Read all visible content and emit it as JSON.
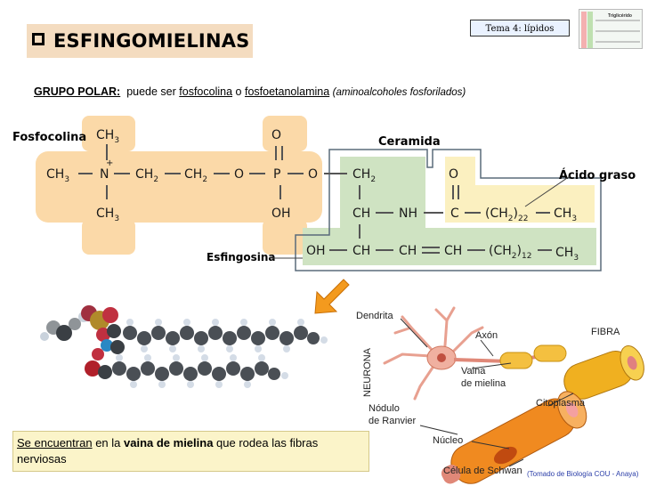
{
  "header": {
    "title": "ESFINGOMIELINAS",
    "tema_label": "Tema 4: lípidos",
    "thumbnail_label": "Triglicérido"
  },
  "polar": {
    "label": "GRUPO POLAR:",
    "text1": "puede ser",
    "term1": "fosfocolina",
    "text2": "o",
    "term2": "fosfoetanolamina",
    "note": "(aminoalcoholes fosforilados)"
  },
  "structure": {
    "fosfocolina_label": "Fosfocolina",
    "ceramida_label": "Ceramida",
    "acido_graso_label": "Ácido graso",
    "esfingosina_label": "Esfingosina",
    "atoms": {
      "ch3": "CH",
      "sub3": "3",
      "n": "N",
      "plus": "+",
      "ch2": "CH",
      "sub2": "2",
      "o": "O",
      "p": "P",
      "oh": "OH",
      "ch": "CH",
      "nh": "NH",
      "c": "C",
      "sub22": "22",
      "sub12": "12"
    }
  },
  "neuron": {
    "dendrita": "Dendrita",
    "axon": "Axón",
    "fibra": "FIBRA",
    "neurona": "NEURONA",
    "vaina1": "Vaina",
    "vaina2": "de mielina",
    "citoplasma": "Citoplasma",
    "nodulo1": "Nódulo",
    "nodulo2": "de  Ranvier",
    "nucleo": "Núcleo",
    "schwan": "Célula de Schwan"
  },
  "caption": {
    "part1": "Se encuentran",
    "part2": " en la ",
    "part3": "vaina de mielina",
    "part4": " que rodea las fibras nerviosas"
  },
  "credit": "(Tomado de Biología COU - Anaya)",
  "colors": {
    "title_bg": "#f4dcc0",
    "polar_group_bg": "#fbd9a8",
    "ceramide_bg": "#cfe3c2",
    "fatty_acid_bg": "#fbf0c0",
    "arrow": "#f39a1e",
    "caption_bg": "#fbf4c9"
  }
}
